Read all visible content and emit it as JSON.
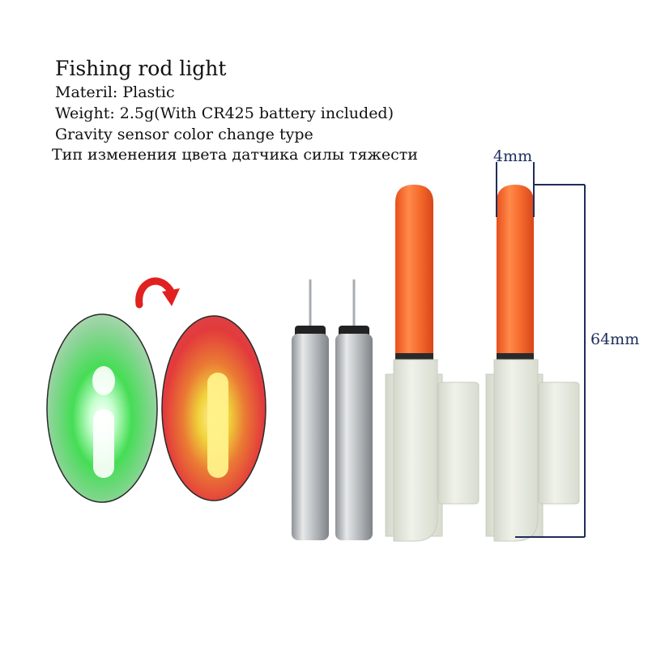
{
  "product": {
    "title": "Fishing rod light",
    "lines": [
      "Materil: Plastic",
      "Weight: 2.5g(With CR425 battery included)",
      "Gravity sensor color change type",
      "Тип изменения цвета датчика силы тяжести"
    ]
  },
  "dimensions": {
    "width_label": "4mm",
    "height_label": "64mm"
  },
  "colors": {
    "glow_green": "#2fd84a",
    "glow_red": "#e8303a",
    "glow_yellow": "#f4e24a",
    "stick_orange": "#f2662a",
    "holder": "#e9ece0",
    "battery": "#b8bbbf",
    "dimension_line": "#1f2d5c",
    "arrow": "#e0211f"
  }
}
